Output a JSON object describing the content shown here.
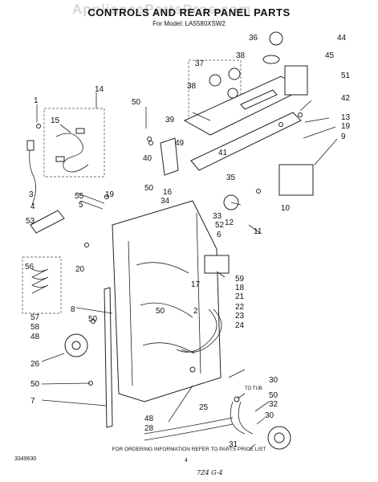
{
  "header": {
    "watermark": "AppliancePartsPros.com",
    "title": "CONTROLS AND REAR PANEL PARTS",
    "subtitle": "For Model: LA5580XSW2"
  },
  "callouts": [
    "1",
    "2",
    "3",
    "4",
    "5",
    "7",
    "8",
    "9",
    "10",
    "11",
    "12",
    "13",
    "14",
    "15",
    "16",
    "17",
    "18",
    "19",
    "20",
    "21",
    "22",
    "23",
    "24",
    "25",
    "26",
    "28",
    "30",
    "31",
    "32",
    "33",
    "34",
    "35",
    "36",
    "37",
    "38",
    "39",
    "40",
    "41",
    "42",
    "44",
    "45",
    "48",
    "49",
    "50",
    "51",
    "52",
    "53",
    "55",
    "56",
    "57",
    "58",
    "59",
    "6"
  ],
  "footer": {
    "text": "FOR ORDERING INFORMATION REFER TO PARTS PRICE LIST",
    "doc_number": "3349630",
    "page_number": "4",
    "handwritten_code": "7Z4 G-4",
    "small_note": "TO TUB"
  }
}
